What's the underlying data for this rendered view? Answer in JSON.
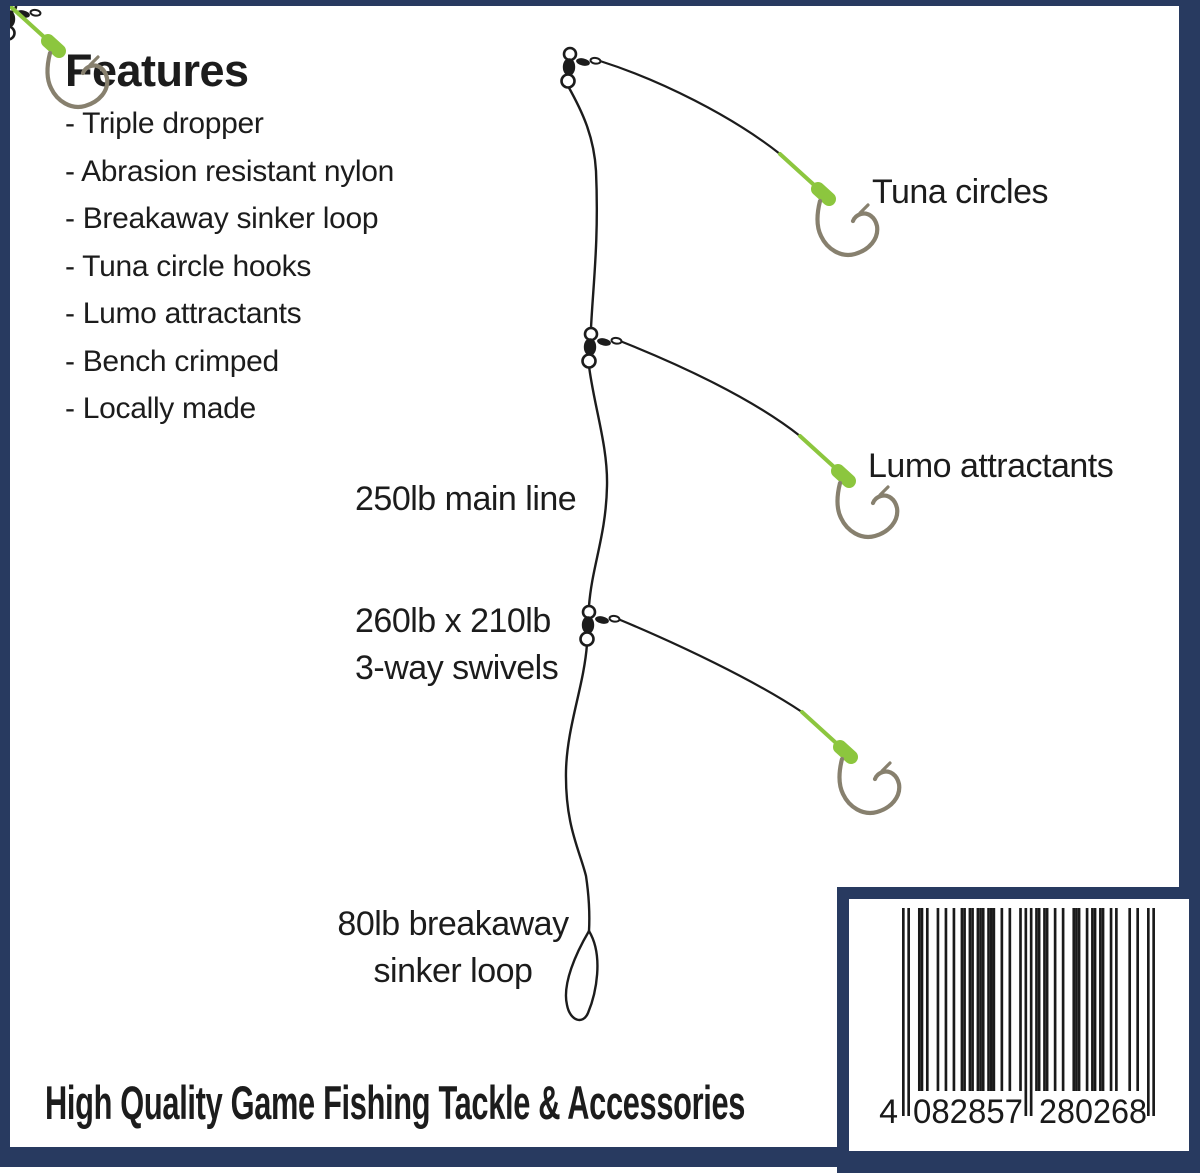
{
  "panel": {
    "features": {
      "title": "Features",
      "items": [
        "- Triple dropper",
        "- Abrasion resistant nylon",
        "- Breakaway sinker loop",
        "- Tuna circle hooks",
        "- Lumo attractants",
        "- Bench crimped",
        "- Locally made"
      ]
    },
    "diagram_labels": {
      "tuna_circles": "Tuna circles",
      "lumo_attractants": "Lumo attractants",
      "main_line": "250lb main line",
      "swivels_line1": "260lb x 210lb",
      "swivels_line2": "3-way swivels",
      "sinker_line1": "80lb breakaway",
      "sinker_line2": "sinker loop"
    },
    "tagline": "High Quality Game Fishing Tackle & Accessories",
    "barcode": {
      "first_digit": "4",
      "left_group": "082857",
      "right_group": "280268"
    },
    "colors": {
      "frame_navy": "#283a60",
      "lumo_green": "#8cc63e",
      "hook_gray": "#87806e",
      "line_black": "#1c1c1c"
    }
  }
}
